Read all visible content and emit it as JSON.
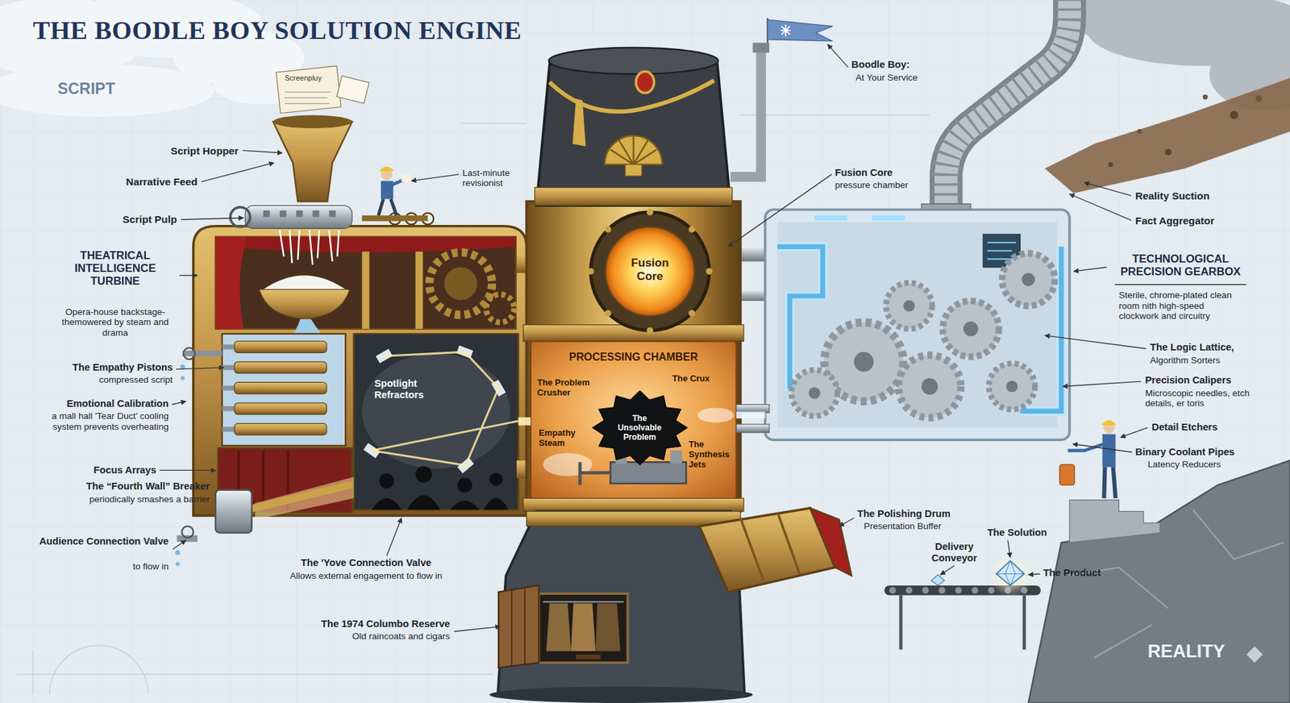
{
  "diagram": {
    "title": "THE BOODLE BOY SOLUTION ENGINE",
    "nodes": [
      {
        "text": [
          "THEATRICAL INTELLIGENCE TURBINE",
          "Opera-house backstage-themowered by steam and drama"
        ]
      },
      {
        "text": [
          "Spotlight Refractors"
        ],
        "in": 0
      },
      {
        "text": [
          "Fusion Core"
        ]
      },
      {
        "text": [
          "PROCESSING CHAMBER",
          "The Problem Crusher",
          "The Crux",
          "Empathy Steam",
          "The Synthesis Jets"
        ]
      },
      {
        "text": [
          "The Unsolvable Problem"
        ],
        "in": 3
      },
      {
        "text": [
          "TECHNOLOGICAL PRECISION GEARBOX",
          "Sterile, chrome-plated clean room nith high-speed clockwork and circuitry"
        ]
      }
    ],
    "edges": [
      {
        "from": 1,
        "to": 3,
        "arrow": "none"
      },
      {
        "from": 5,
        "to": 3,
        "arrow": "none"
      }
    ],
    "labels": [
      "SCRIPT",
      "Screenpluy",
      "Script Hopper",
      "Narrative Feed",
      "Script Pulp",
      "Last-minute revisionist",
      "The Empathy Pistons",
      "compressed script",
      "Emotional Calibration",
      "a mall hall 'Tear Duct' cooling system prevents overheating",
      "Focus Arrays",
      "The “Fourth Wall” Breaker",
      "periodically smashes a barrier",
      "Audience Connection Valve",
      "to flow in",
      "The 'Yove Connection Valve",
      "Allows external engagement to flow in",
      "The 1974 Columbo Reserve",
      "Old raincoats and cigars",
      "Fusion Core",
      "pressure chamber",
      "Boodle Boy:",
      "At Your Service",
      "Reality Suction",
      "Fact Aggregator",
      "The Logic Lattice,",
      "Algorithm Sorters",
      "Precision Calipers",
      "Microscopic needles, etch details, er toris",
      "Detail Etchers",
      "Binary Coolant Pipes",
      "Latency Reducers",
      "The Polishing Drum",
      "Presentation Buffer",
      "Delivery Conveyor",
      "The Solution",
      "The Product",
      "REALITY"
    ]
  }
}
